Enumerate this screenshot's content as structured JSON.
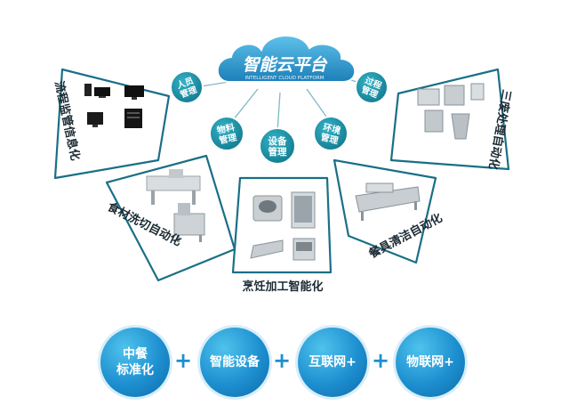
{
  "cloud": {
    "title": "智能云平台",
    "subtitle": "INTELLIGENT CLOUD PLATFORM"
  },
  "hubs": [
    {
      "id": "personnel",
      "label": "人员\n管理"
    },
    {
      "id": "material",
      "label": "物料\n管理"
    },
    {
      "id": "equipment",
      "label": "设备\n管理"
    },
    {
      "id": "environment",
      "label": "环境\n管理"
    },
    {
      "id": "process",
      "label": "过程\n管理"
    }
  ],
  "panels": [
    {
      "id": "process-monitor",
      "label": "流程监管信息化"
    },
    {
      "id": "food-cutting",
      "label": "食材洗切自动化"
    },
    {
      "id": "cooking",
      "label": "烹饪加工智能化"
    },
    {
      "id": "dish-washing",
      "label": "餐具清洁自动化"
    },
    {
      "id": "waste",
      "label": "三废处理自动化"
    }
  ],
  "bottom": {
    "items": [
      {
        "id": "chinese-standard",
        "label": "中餐\n标准化"
      },
      {
        "id": "smart-device",
        "label": "智能设备"
      },
      {
        "id": "internet",
        "label": "互联网+"
      },
      {
        "id": "iot",
        "label": "物联网+"
      }
    ],
    "plus": "+"
  },
  "colors": {
    "teal": "#17869c",
    "teal_light": "#2aa6bc",
    "blue": "#1d8fd0",
    "panel_line": "#1a6f86",
    "cloud": "#2596c9"
  }
}
